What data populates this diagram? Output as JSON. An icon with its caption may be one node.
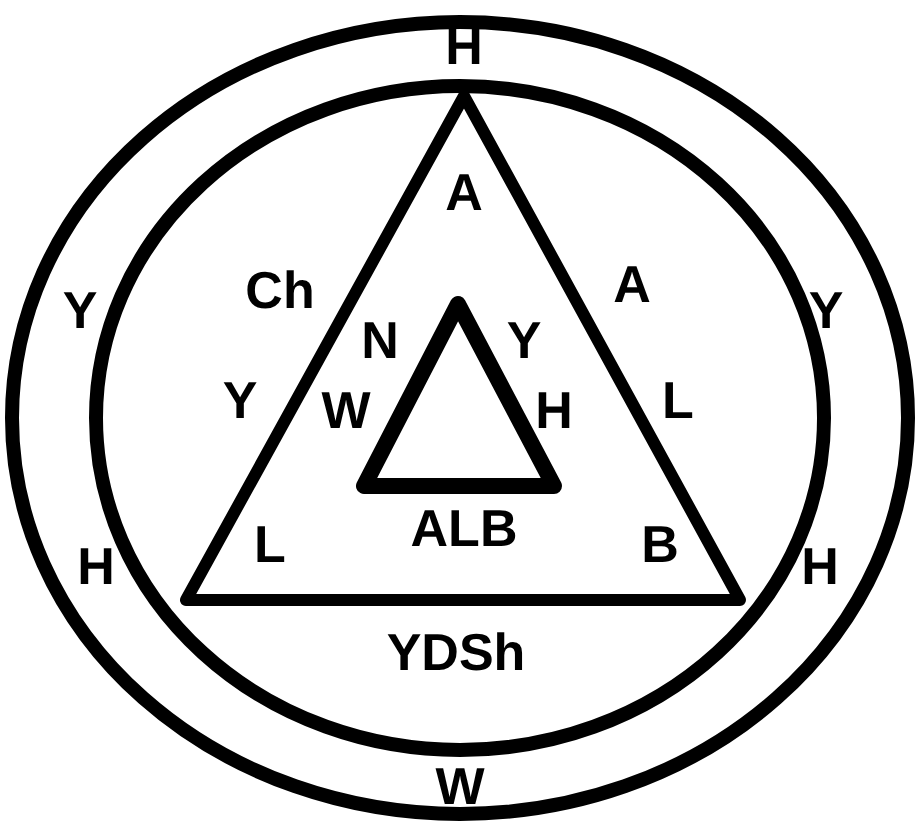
{
  "diagram": {
    "labels": [
      "H",
      "A",
      "Y",
      "Ch",
      "A",
      "Y",
      "N",
      "Y",
      "Y",
      "W",
      "H",
      "L",
      "H",
      "L",
      "ALB",
      "B",
      "H",
      "YDSh",
      "W"
    ]
  }
}
